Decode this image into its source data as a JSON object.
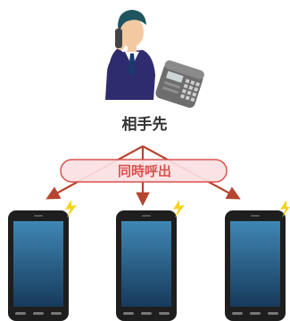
{
  "caller": {
    "label": "相手先"
  },
  "call_banner": {
    "label": "同時呼出"
  },
  "colors": {
    "arrow": "#b5452e",
    "banner_fill": "#fbe1e3",
    "banner_stroke": "#d9534f",
    "banner_text": "#d9534f",
    "suit": "#2e2c6e",
    "hair": "#1f5560",
    "phone_body": "#1e1e1e",
    "screen_top": "#3f87b4",
    "screen_bottom": "#173a5c",
    "spark": "#f7d11e"
  },
  "devices": [
    {
      "name": "smartphone-left"
    },
    {
      "name": "smartphone-center"
    },
    {
      "name": "smartphone-right"
    }
  ]
}
